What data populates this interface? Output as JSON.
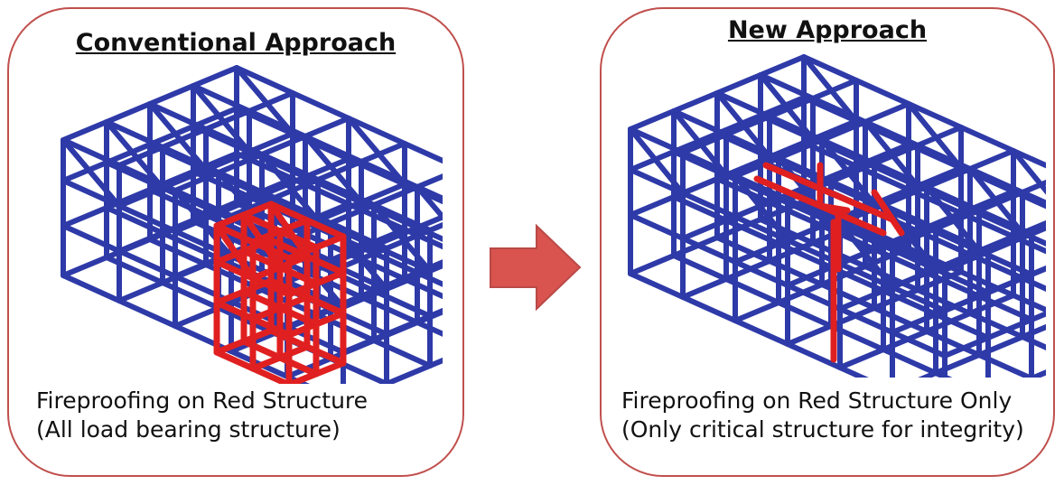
{
  "left_panel": {
    "title": "Conventional Approach",
    "caption_line1": "Fireproofing on Red Structure",
    "caption_line2": "(All load bearing structure)"
  },
  "right_panel": {
    "title": "New Approach",
    "caption_line1": "Fireproofing on Red Structure Only",
    "caption_line2": "(Only critical structure for integrity)"
  },
  "colors": {
    "frame_blue": "#2e3aa8",
    "fireproof_red": "#e02020",
    "panel_border": "#c0504d",
    "arrow_fill": "#d9534f"
  },
  "icons": {
    "arrow": "right-arrow-icon"
  }
}
